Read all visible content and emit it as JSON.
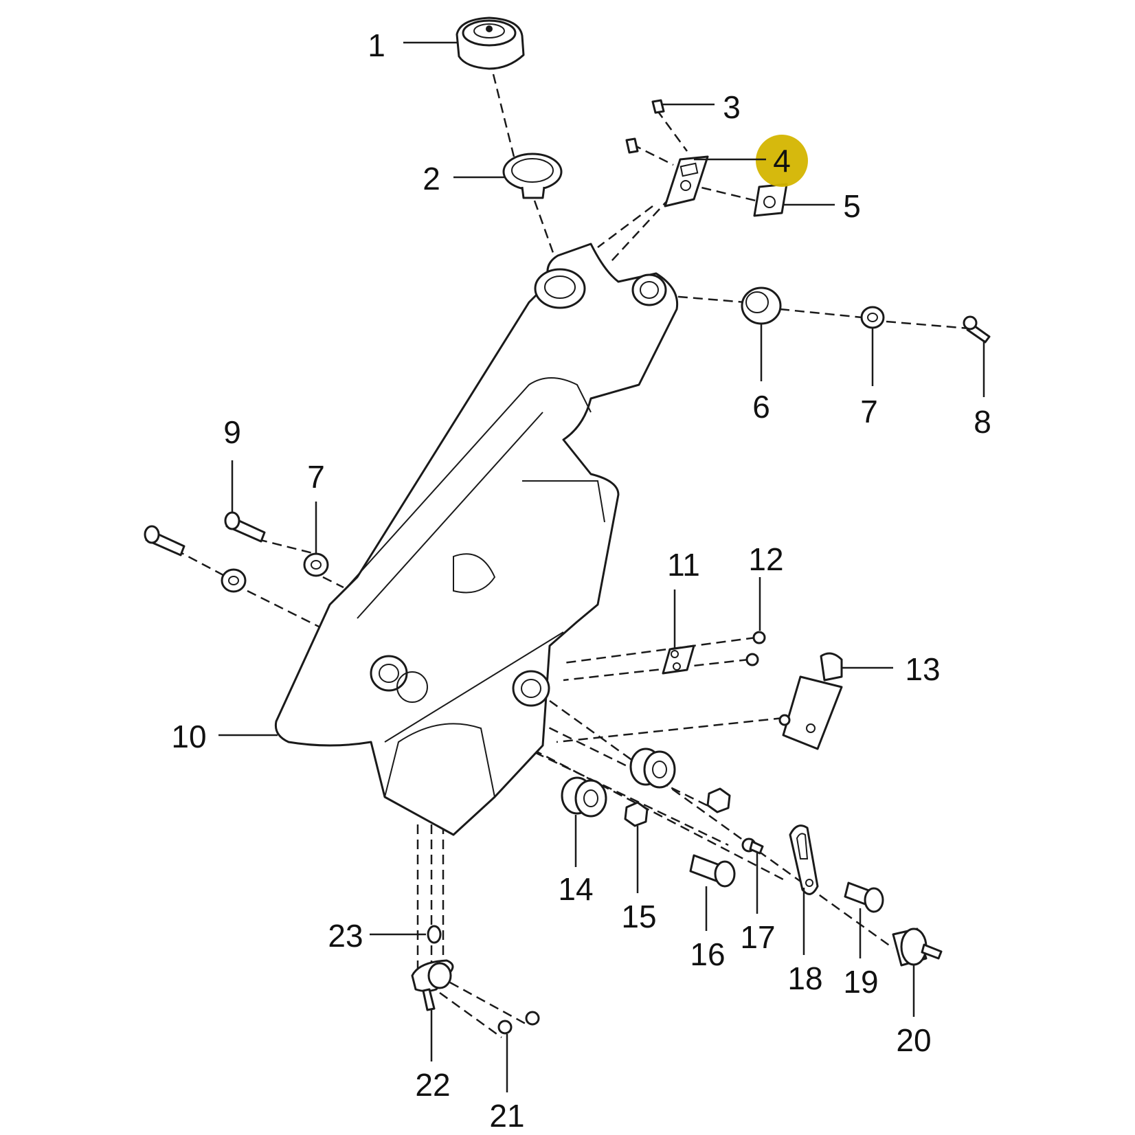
{
  "diagram": {
    "type": "exploded-parts-diagram",
    "highlighted_callout": "4",
    "highlight_color": "#d4b500",
    "callouts": [
      {
        "id": "c1",
        "label": "1",
        "part": "fuel-cap"
      },
      {
        "id": "c2",
        "label": "2",
        "part": "filler-neck-ring"
      },
      {
        "id": "c3",
        "label": "3",
        "part": "screw"
      },
      {
        "id": "c4",
        "label": "4",
        "part": "bracket"
      },
      {
        "id": "c5",
        "label": "5",
        "part": "clip-nut"
      },
      {
        "id": "c6",
        "label": "6",
        "part": "rubber-grommet"
      },
      {
        "id": "c7a",
        "label": "7",
        "part": "washer"
      },
      {
        "id": "c8",
        "label": "8",
        "part": "bolt"
      },
      {
        "id": "c9",
        "label": "9",
        "part": "bolt"
      },
      {
        "id": "c7b",
        "label": "7",
        "part": "washer"
      },
      {
        "id": "c10",
        "label": "10",
        "part": "fuel-tank"
      },
      {
        "id": "c11",
        "label": "11",
        "part": "bracket"
      },
      {
        "id": "c12",
        "label": "12",
        "part": "screw"
      },
      {
        "id": "c13",
        "label": "13",
        "part": "fuel-pump"
      },
      {
        "id": "c14",
        "label": "14",
        "part": "grommet"
      },
      {
        "id": "c15",
        "label": "15",
        "part": "nut"
      },
      {
        "id": "c16",
        "label": "16",
        "part": "collar"
      },
      {
        "id": "c17",
        "label": "17",
        "part": "bolt"
      },
      {
        "id": "c18",
        "label": "18",
        "part": "mounting-plate"
      },
      {
        "id": "c19",
        "label": "19",
        "part": "collar"
      },
      {
        "id": "c20",
        "label": "20",
        "part": "rubber-mount"
      },
      {
        "id": "c21",
        "label": "21",
        "part": "screw"
      },
      {
        "id": "c22",
        "label": "22",
        "part": "fuel-valve"
      },
      {
        "id": "c23",
        "label": "23",
        "part": "o-ring"
      }
    ]
  }
}
